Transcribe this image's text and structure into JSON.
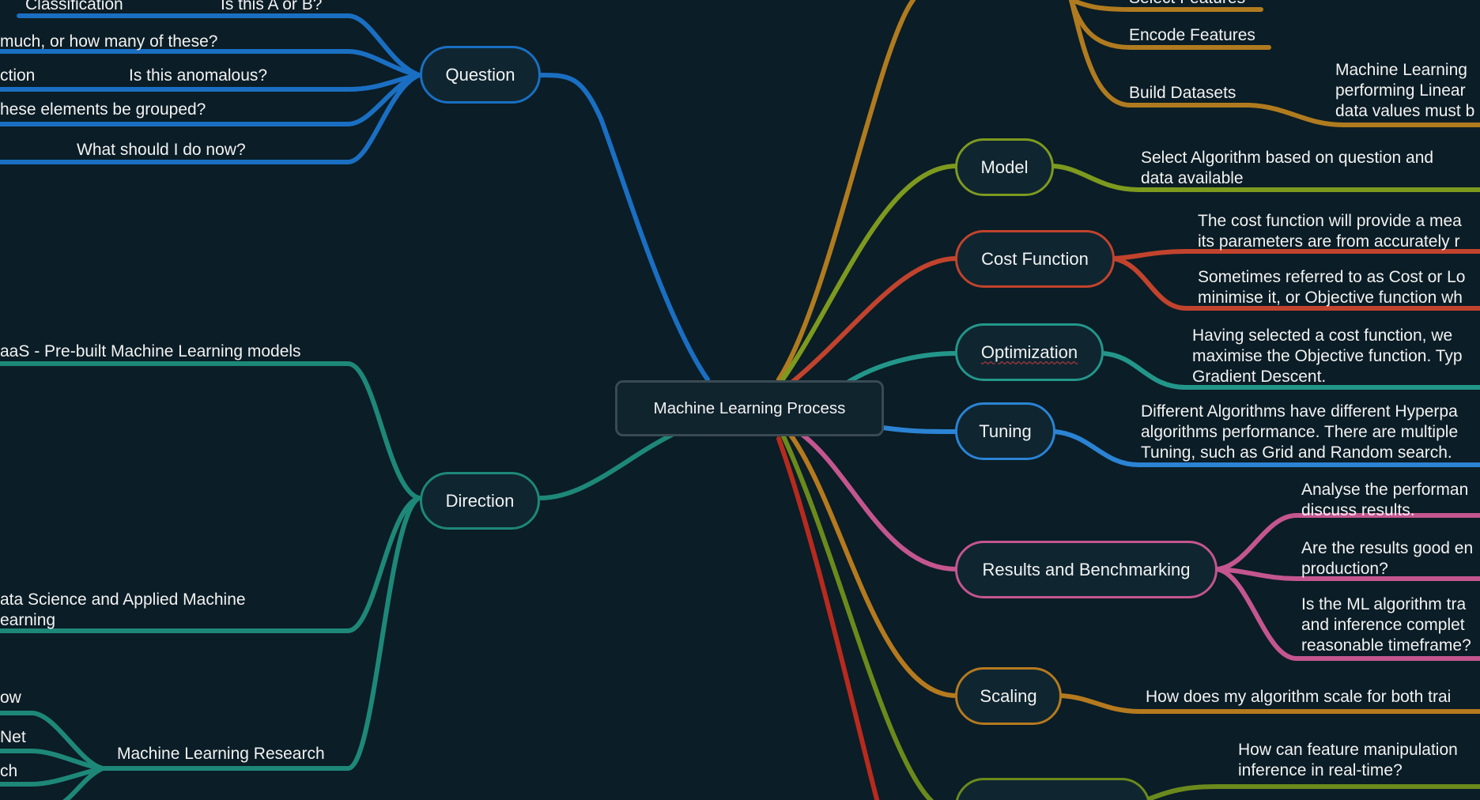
{
  "colors": {
    "background": "#0b1d26",
    "question": "#1a6fc2",
    "direction": "#1e8878",
    "prepare": "#b07b1f",
    "model": "#7d9a1f",
    "cost": "#c2432d",
    "optimization": "#23968a",
    "tuning": "#2b83d4",
    "results": "#c4568f",
    "scaling": "#b57a1e",
    "deploy": "#6b8a1c",
    "red_branch": "#b82a1e"
  },
  "root": {
    "label": "Machine Learning Process"
  },
  "question": {
    "label": "Question",
    "leaves": {
      "classification": "Classification",
      "is_a_or_b": "Is this A or B?",
      "how_much": "much, or how many of these?",
      "anomaly_prefix": "ction",
      "is_anomalous": "Is this anomalous?",
      "grouped": "hese elements be grouped?",
      "what_now": "What should I do now?"
    }
  },
  "direction": {
    "label": "Direction",
    "leaves": {
      "mlaas": "aaS - Pre-built Machine Learning models",
      "ds_line1": "ata Science and Applied Machine",
      "ds_line2": "earning",
      "research": "Machine Learning Research",
      "r_now": "ow",
      "r_net": "Net",
      "r_ch": "ch"
    }
  },
  "prepare": {
    "select_features": "Select Features",
    "encode_features": "Encode Features",
    "build_datasets": "Build Datasets",
    "ml_line1": "Machine Learning",
    "ml_line2": "performing Linear",
    "ml_line3": "data values must b"
  },
  "model": {
    "label": "Model",
    "leaf_line1": "Select Algorithm based on question and",
    "leaf_line2": "data available"
  },
  "cost_function": {
    "label": "Cost Function",
    "leaf1_line1": "The cost function will provide a mea",
    "leaf1_line2": "its parameters are from accurately r",
    "leaf2_line1": "Sometimes referred to as Cost or Lo",
    "leaf2_line2": "minimise it, or Objective function wh"
  },
  "optimization": {
    "label": "Optimization",
    "leaf_line1": "Having selected a cost function, we",
    "leaf_line2": "maximise the Objective function. Typ",
    "leaf_line3": "Gradient Descent."
  },
  "tuning": {
    "label": "Tuning",
    "leaf_line1": "Different Algorithms have different Hyperpa",
    "leaf_line2": "algorithms performance. There are multiple",
    "leaf_line3": "Tuning, such as Grid and Random search."
  },
  "results": {
    "label": "Results and Benchmarking",
    "leaf1_line1": "Analyse the performan",
    "leaf1_line2": "discuss results.",
    "leaf2_line1": "Are the results good en",
    "leaf2_line2": "production?",
    "leaf3_line1": "Is the ML algorithm tra",
    "leaf3_line2": "and inference complet",
    "leaf3_line3": "reasonable timeframe?"
  },
  "scaling": {
    "label": "Scaling",
    "leaf": "How does my algorithm scale for both trai"
  },
  "deployment": {
    "leaf_line1": "How can feature manipulation",
    "leaf_line2": "inference in real-time?"
  }
}
